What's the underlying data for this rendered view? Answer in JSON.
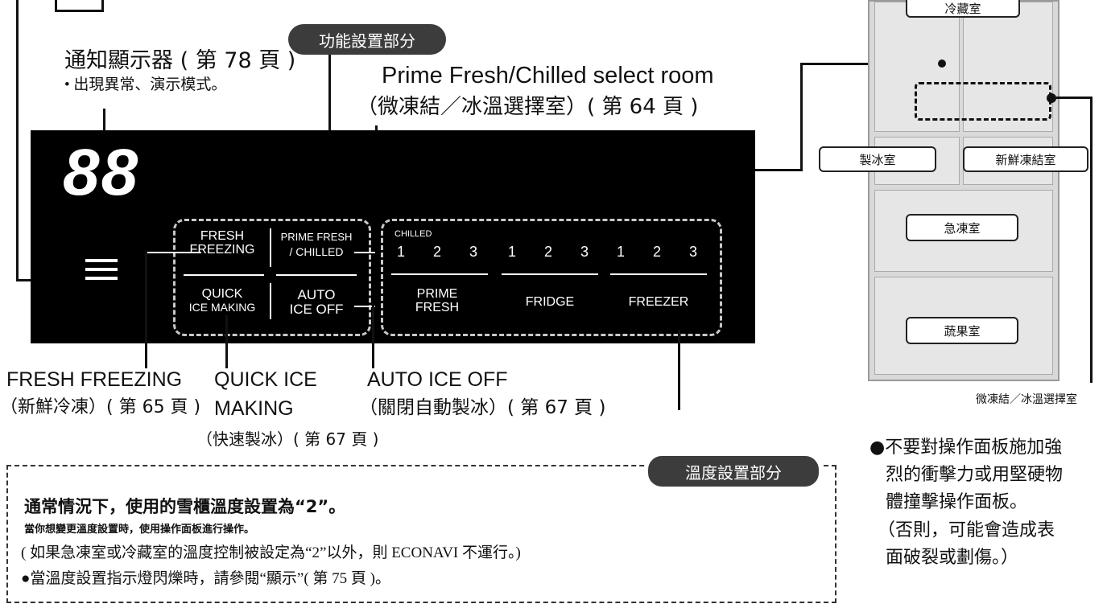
{
  "pills": {
    "function_section": "功能設置部分",
    "temp_section": "溫度設置部分"
  },
  "labels": {
    "notification_title": "通知顯示器 ( 第 78 頁 )",
    "notification_sub": "• 出現異常、演示模式。",
    "prime_fresh_title": "Prime Fresh/Chilled select room",
    "prime_fresh_sub": "（微凍結／冰溫選擇室）( 第 64 頁 )",
    "fresh_freezing_title": "FRESH FREEZING",
    "fresh_freezing_sub": "（新鮮冷凍）( 第 65 頁 )",
    "quick_ice_title_1": "QUICK ICE",
    "quick_ice_title_2": "MAKING",
    "quick_ice_sub": "（快速製冰）( 第 67 頁 )",
    "auto_ice_off_title": "AUTO ICE OFF",
    "auto_ice_off_sub": "（關閉自動製冰）( 第 67 頁 )"
  },
  "panel": {
    "display_digits": "88",
    "fresh_freezing_1": "FRESH",
    "fresh_freezing_2": "FREEZING",
    "prime_fresh_1": "PRIME FRESH",
    "prime_fresh_2": "/ CHILLED",
    "quick_ice_1": "QUICK",
    "quick_ice_2": "ICE MAKING",
    "auto_ice_1": "AUTO",
    "auto_ice_2": "ICE OFF",
    "chilled_label": "CHILLED",
    "levels": [
      "1",
      "2",
      "3"
    ],
    "prime_fresh_zone_1": "PRIME",
    "prime_fresh_zone_2": "FRESH",
    "fridge_zone": "FRIDGE",
    "freezer_zone": "FREEZER"
  },
  "fridge": {
    "top_compartment": "冷藏室",
    "ice_compartment": "製冰室",
    "fresh_freeze_compartment": "新鮮凍結室",
    "quick_freeze_compartment": "急凍室",
    "vegetable_compartment": "蔬果室",
    "caption": "微凍結／冰溫選擇室"
  },
  "side_note": {
    "line1": "●不要對操作面板施加強",
    "line2": "烈的衝擊力或用堅硬物",
    "line3": "體撞擊操作面板。",
    "line4": "（否則，可能會造成表",
    "line5": "面破裂或劃傷。）"
  },
  "notes": {
    "line1": "通常情況下，使用的雪櫃溫度設置為“2”。",
    "line2": "當你想變更溫度設置時，使用操作面板進行操作。",
    "line3": "( 如果急凍室或冷藏室的溫度控制被設定為“2”以外，則 ECONAVI 不運行。)",
    "line4": "●當溫度設置指示燈閃爍時，請參閱“顯示”( 第 75 頁 )。"
  }
}
